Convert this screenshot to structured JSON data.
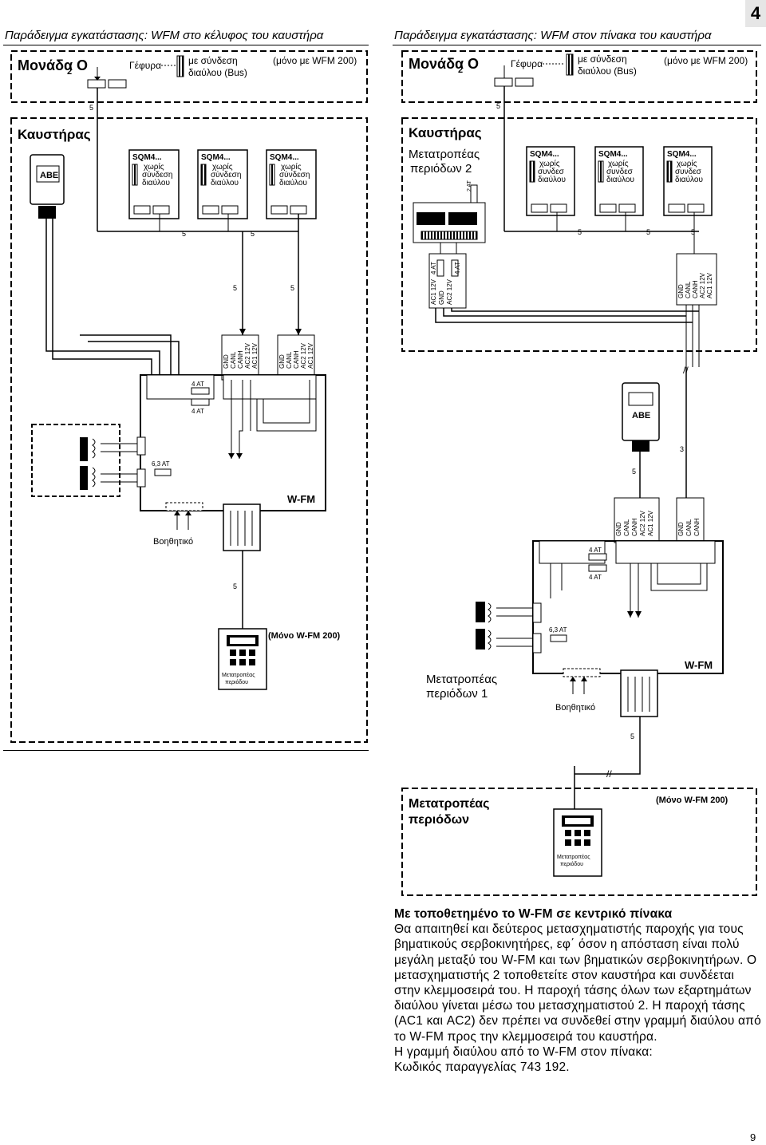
{
  "page": {
    "chapter_number": "4",
    "page_number": "9",
    "header_left": "Παράδειγμα εγκατάστασης: WFM στο κέλυφος του καυστήρα",
    "header_right": "Παράδειγμα εγκατάστασης: WFM στον πίνακα του καυστήρα"
  },
  "diagram_left": {
    "o2_unit_title": "Μονάδα O",
    "o2_subscript": "2",
    "bridge_label": "Γέφυρα",
    "bus_line1": "με σύνδεση",
    "bus_line2": "διαύλου (Bus)",
    "only_wfm200": "(μόνο με WFM 200)",
    "burner_title": "Καυστήρας",
    "abe_label": "ABE",
    "sqm_title": "SQM4...",
    "sqm_line1": "χωρίς",
    "sqm_line2": "σύνδεση",
    "sqm_line3": "διαύλου",
    "wire_5": "5",
    "gnd": "GND",
    "canl": "CANL",
    "canh": "CANH",
    "ac2": "AC2 12V",
    "ac1": "AC1 12V",
    "fuse_4at": "4 AT",
    "fuse_63at": "6,3 AT",
    "wfm_label": "W-FM",
    "aux_label": "Βοηθητικό",
    "only_wfm200_b": "(Μόνο W-FM 200)",
    "converter_small_1": "Μετατροπέας",
    "converter_small_2": "περιόδου"
  },
  "diagram_right": {
    "o2_unit_title": "Μονάδα O",
    "o2_subscript": "2",
    "bridge_label": "Γέφυρα",
    "bus_line1": "με σύνδεση",
    "bus_line2": "διαύλου (Bus)",
    "only_wfm200": "(μόνο με WFM 200)",
    "burner_title": "Καυστήρας",
    "converter2_line1": "Μετατροπέας",
    "converter2_line2": "περιόδων 2",
    "sqm_title": "SQM4...",
    "sqm_line1": "χωρίς",
    "sqm_line2": "συνδεσ",
    "sqm_line3": "διαύλου",
    "fuse_2at": "2 AT",
    "fuse_4at": "4 AT",
    "ac1": "AC1 12V",
    "gnd": "GND",
    "ac2": "AC2 12V",
    "gnd2": "GND",
    "canl": "CANL",
    "canh": "CANH",
    "ac2b": "AC2 12V",
    "ac1b": "AC1 12V",
    "abe_label": "ABE",
    "wire_5": "5",
    "wire_3": "3",
    "fuse_63at": "6,3 AT",
    "converter1_line1": "Μετατροπέας",
    "converter1_line2": "περιόδων 1",
    "wfm_label": "W-FM",
    "aux_label": "Βοηθητικό",
    "remote_title_1": "Μετατροπέας",
    "remote_title_2": "περιόδων",
    "only_wfm200_b": "(Μόνο W-FM 200)"
  },
  "text": {
    "title": "Με τοποθετημένο το W-FM σε κεντρικό πίνακα",
    "paragraph": "Θα απαιτηθεί και δεύτερος μετασχηματιστής παροχής για τους βηματικούς σερβοκινητήρες, εφ΄ όσον η απόσταση είναι πολύ μεγάλη μεταξύ του W-FM και των βηματικών σερβοκινητήρων. Ο μετασχηματιστής 2 τοποθετείτε στον καυστήρα και συνδέεται στην κλεμμοσειρά του. Η παροχή τάσης όλων των εξαρτημάτων διαύλου γίνεται μέσω του μετασχηματιστού 2. Η παροχή τάσης (AC1 και AC2) δεν πρέπει να συνδεθεί στην γραμμή διαύλου από το W-FM προς την κλεμμοσειρά του καυστήρα.",
    "line_order": "Η γραμμή διαύλου από το W-FM στον πίνακα:",
    "order_code": "Κωδικός παραγγελίας 743 192."
  }
}
